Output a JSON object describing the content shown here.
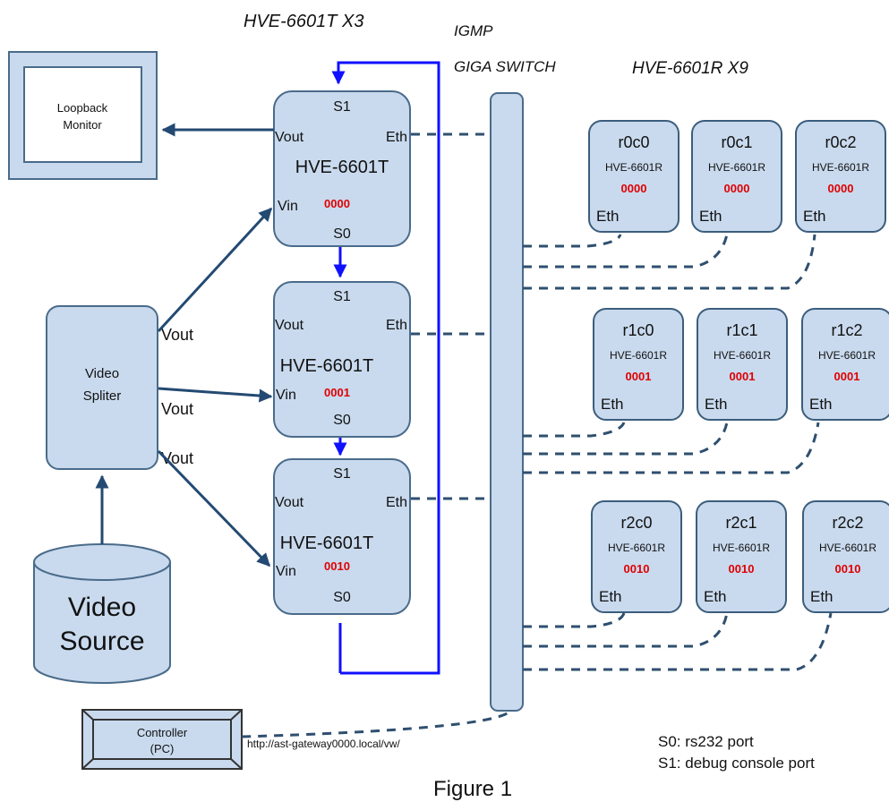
{
  "titles": {
    "transmitters": "HVE-6601T X3",
    "igmp": "IGMP",
    "giga_switch": "GIGA SWITCH",
    "receivers": "HVE-6601R X9"
  },
  "loopback_monitor": {
    "line1": "Loopback",
    "line2": "Monitor"
  },
  "video_splitter": {
    "line1": "Video",
    "line2": "Spliter",
    "outputs": [
      "Vout",
      "Vout",
      "Vout"
    ]
  },
  "video_source": {
    "line1": "Video",
    "line2": "Source"
  },
  "controller": {
    "line1": "Controller",
    "line2": "(PC)",
    "url": "http://ast-gateway0000.local/vw/"
  },
  "transmitters": [
    {
      "s1": "S1",
      "vout": "Vout",
      "eth": "Eth",
      "model": "HVE-6601T",
      "vin": "Vin",
      "code": "0000",
      "s0": "S0"
    },
    {
      "s1": "S1",
      "vout": "Vout",
      "eth": "Eth",
      "model": "HVE-6601T",
      "vin": "Vin",
      "code": "0001",
      "s0": "S0"
    },
    {
      "s1": "S1",
      "vout": "Vout",
      "eth": "Eth",
      "model": "HVE-6601T",
      "vin": "Vin",
      "code": "0010",
      "s0": "S0"
    }
  ],
  "receivers": [
    {
      "name": "r0c0",
      "model": "HVE-6601R",
      "code": "0000",
      "eth": "Eth"
    },
    {
      "name": "r0c1",
      "model": "HVE-6601R",
      "code": "0000",
      "eth": "Eth"
    },
    {
      "name": "r0c2",
      "model": "HVE-6601R",
      "code": "0000",
      "eth": "Eth"
    },
    {
      "name": "r1c0",
      "model": "HVE-6601R",
      "code": "0001",
      "eth": "Eth"
    },
    {
      "name": "r1c1",
      "model": "HVE-6601R",
      "code": "0001",
      "eth": "Eth"
    },
    {
      "name": "r1c2",
      "model": "HVE-6601R",
      "code": "0001",
      "eth": "Eth"
    },
    {
      "name": "r2c0",
      "model": "HVE-6601R",
      "code": "0010",
      "eth": "Eth"
    },
    {
      "name": "r2c1",
      "model": "HVE-6601R",
      "code": "0010",
      "eth": "Eth"
    },
    {
      "name": "r2c2",
      "model": "HVE-6601R",
      "code": "0010",
      "eth": "Eth"
    }
  ],
  "legend": {
    "s0": "S0: rs232 port",
    "s1": "S1: debug console port"
  },
  "caption": "Figure 1"
}
